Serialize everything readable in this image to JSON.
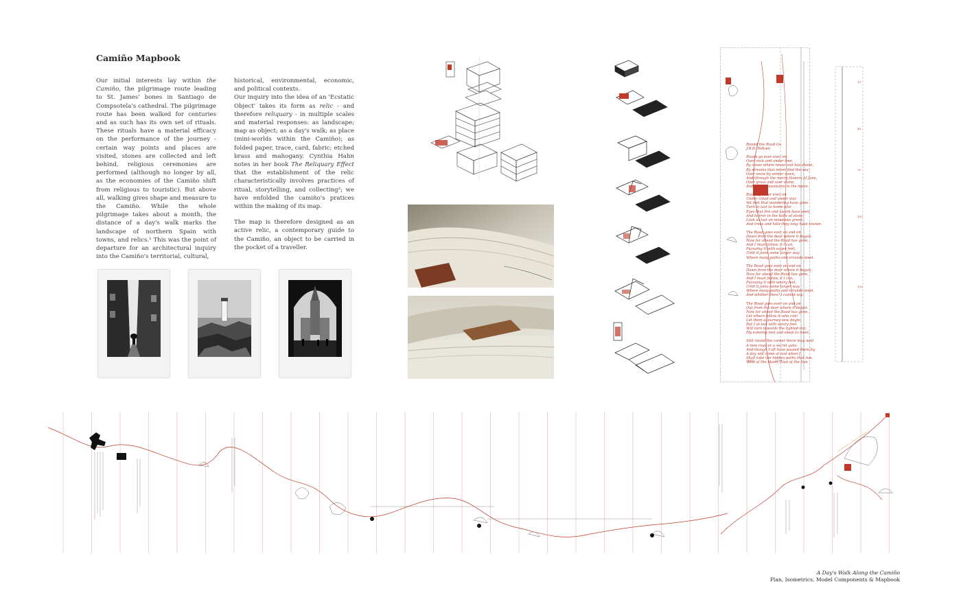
{
  "title": "Camiño Mapbook",
  "column1": {
    "p1": [
      {
        "t": "Our initial interests lay within ",
        "i": false
      },
      {
        "t": "the Camiño",
        "i": true
      },
      {
        "t": ", the pilgrimage route leading to St. James' bones in Santiago de Compsotela's cathedral. The pilgrimage route has been walked for centuries and as such has its own set of rituals. These rituals have a material efficacy on the performance of the journey - certain way points and places are visited, stones are collected and left behind, religious ceremonies are performed (although no longer by all, as the economies of the Camiño shift from religious to touristic). But above all, walking gives shape and measure to the Camiño. While the whole pilgrimage takes about a month, the distance of a day's walk marks the landscape of northern Spain with towns, and relics.¹ This was the point of departure for an architectural inquiry into the Camiño's territorial, cultural,",
        "i": false
      }
    ]
  },
  "column2": {
    "p1": [
      {
        "t": "historical, environmental, economic, and political contexts.",
        "i": false
      }
    ],
    "p2": [
      {
        "t": "Our inquiry into the idea of an 'Ecstatic Object' takes its form as ",
        "i": false
      },
      {
        "t": "relic",
        "i": true
      },
      {
        "t": " - and therefore ",
        "i": false
      },
      {
        "t": "reliquary",
        "i": true
      },
      {
        "t": " - in multiple scales and material responses: as landscape; map as object; as a day's walk; as place (mini-worlds within the Camiño); as folded paper, trace, card, fabric; etched brass and mahogany. Cynthia Hahn notes in her book ",
        "i": false
      },
      {
        "t": "The Reliquary Effect",
        "i": true
      },
      {
        "t": " that the establishment of the relic characteristically involves practices of ritual, storytelling, and collecting²; we have enfolded the camiño's pratices within the making of its map.",
        "i": false
      }
    ],
    "p3": [
      {
        "t": "The map is therefore designed as an active relic, a contemporary guide to the Camiño, an object to be carried in the pocket of a traveller.",
        "i": false
      }
    ]
  },
  "photos": {
    "polaroids": [
      "street-scene",
      "lighthouse-on-rocks",
      "cathedral-silhouette"
    ],
    "model_photos": [
      "folded-mapbook-closeup-1",
      "folded-mapbook-closeup-2"
    ]
  },
  "poem_lines": [
    "Round the Road Go",
    "J.R.R. Tolkien",
    "",
    "Roads go ever ever on,",
    "Over rock and under tree,",
    "By caves where never sun has shone,",
    "By streams that never find the sea;",
    "Over snow by winter sown,",
    "And through the merry flowers of June,",
    "Over grass and over stone,",
    "And under mountains in the moon.",
    "",
    "Roads go ever ever on",
    "Under cloud and under star,",
    "Yet feet that wandering have gone",
    "Turn at last to home afar.",
    "Eyes that fire and sword have seen",
    "And horror in the halls of stone",
    "Look at last on meadows green",
    "And trees and hills they long have known.",
    "",
    "The Road goes ever on and on",
    "Down from the door where it began.",
    "Now far ahead the Road has gone,",
    "And I must follow, if I can,",
    "Pursuing it with eager feet,",
    "Until it joins some larger way",
    "Where many paths and errands meet.",
    "",
    "The Road goes ever on and on",
    "Down from the door where it began.",
    "Now far ahead the Road has gone,",
    "And I must follow, if I can,",
    "Pursuing it with weary feet,",
    "Until it joins some larger way",
    "Where many paths and errands meet.",
    "And whither then? I cannot say.",
    "",
    "The Road goes ever on and on",
    "Out from the door where it began.",
    "Now far ahead the Road has gone,",
    "Let others follow it who can!",
    "Let them a journey new begin,",
    "But I at last with weary feet",
    "Will turn towards the lighted inn,",
    "My evening-rest and sleep to meet.",
    "",
    "Still round the corner there may wait",
    "A new road or a secret gate;",
    "And though I oft have passed them by,",
    "A day will come at last when I",
    "Shall take the hidden paths that run",
    "West of the Moon, East of the Sun."
  ],
  "caption": {
    "line1": "A Day's Walk Along the Camiño",
    "line2": "Plan, Isometrics, Model Components & Mapbook"
  },
  "colors": {
    "route_red": "#c0392b",
    "text_red": "#c0392b",
    "body_text": "#3a3a3a",
    "gold": "#b8860b"
  }
}
